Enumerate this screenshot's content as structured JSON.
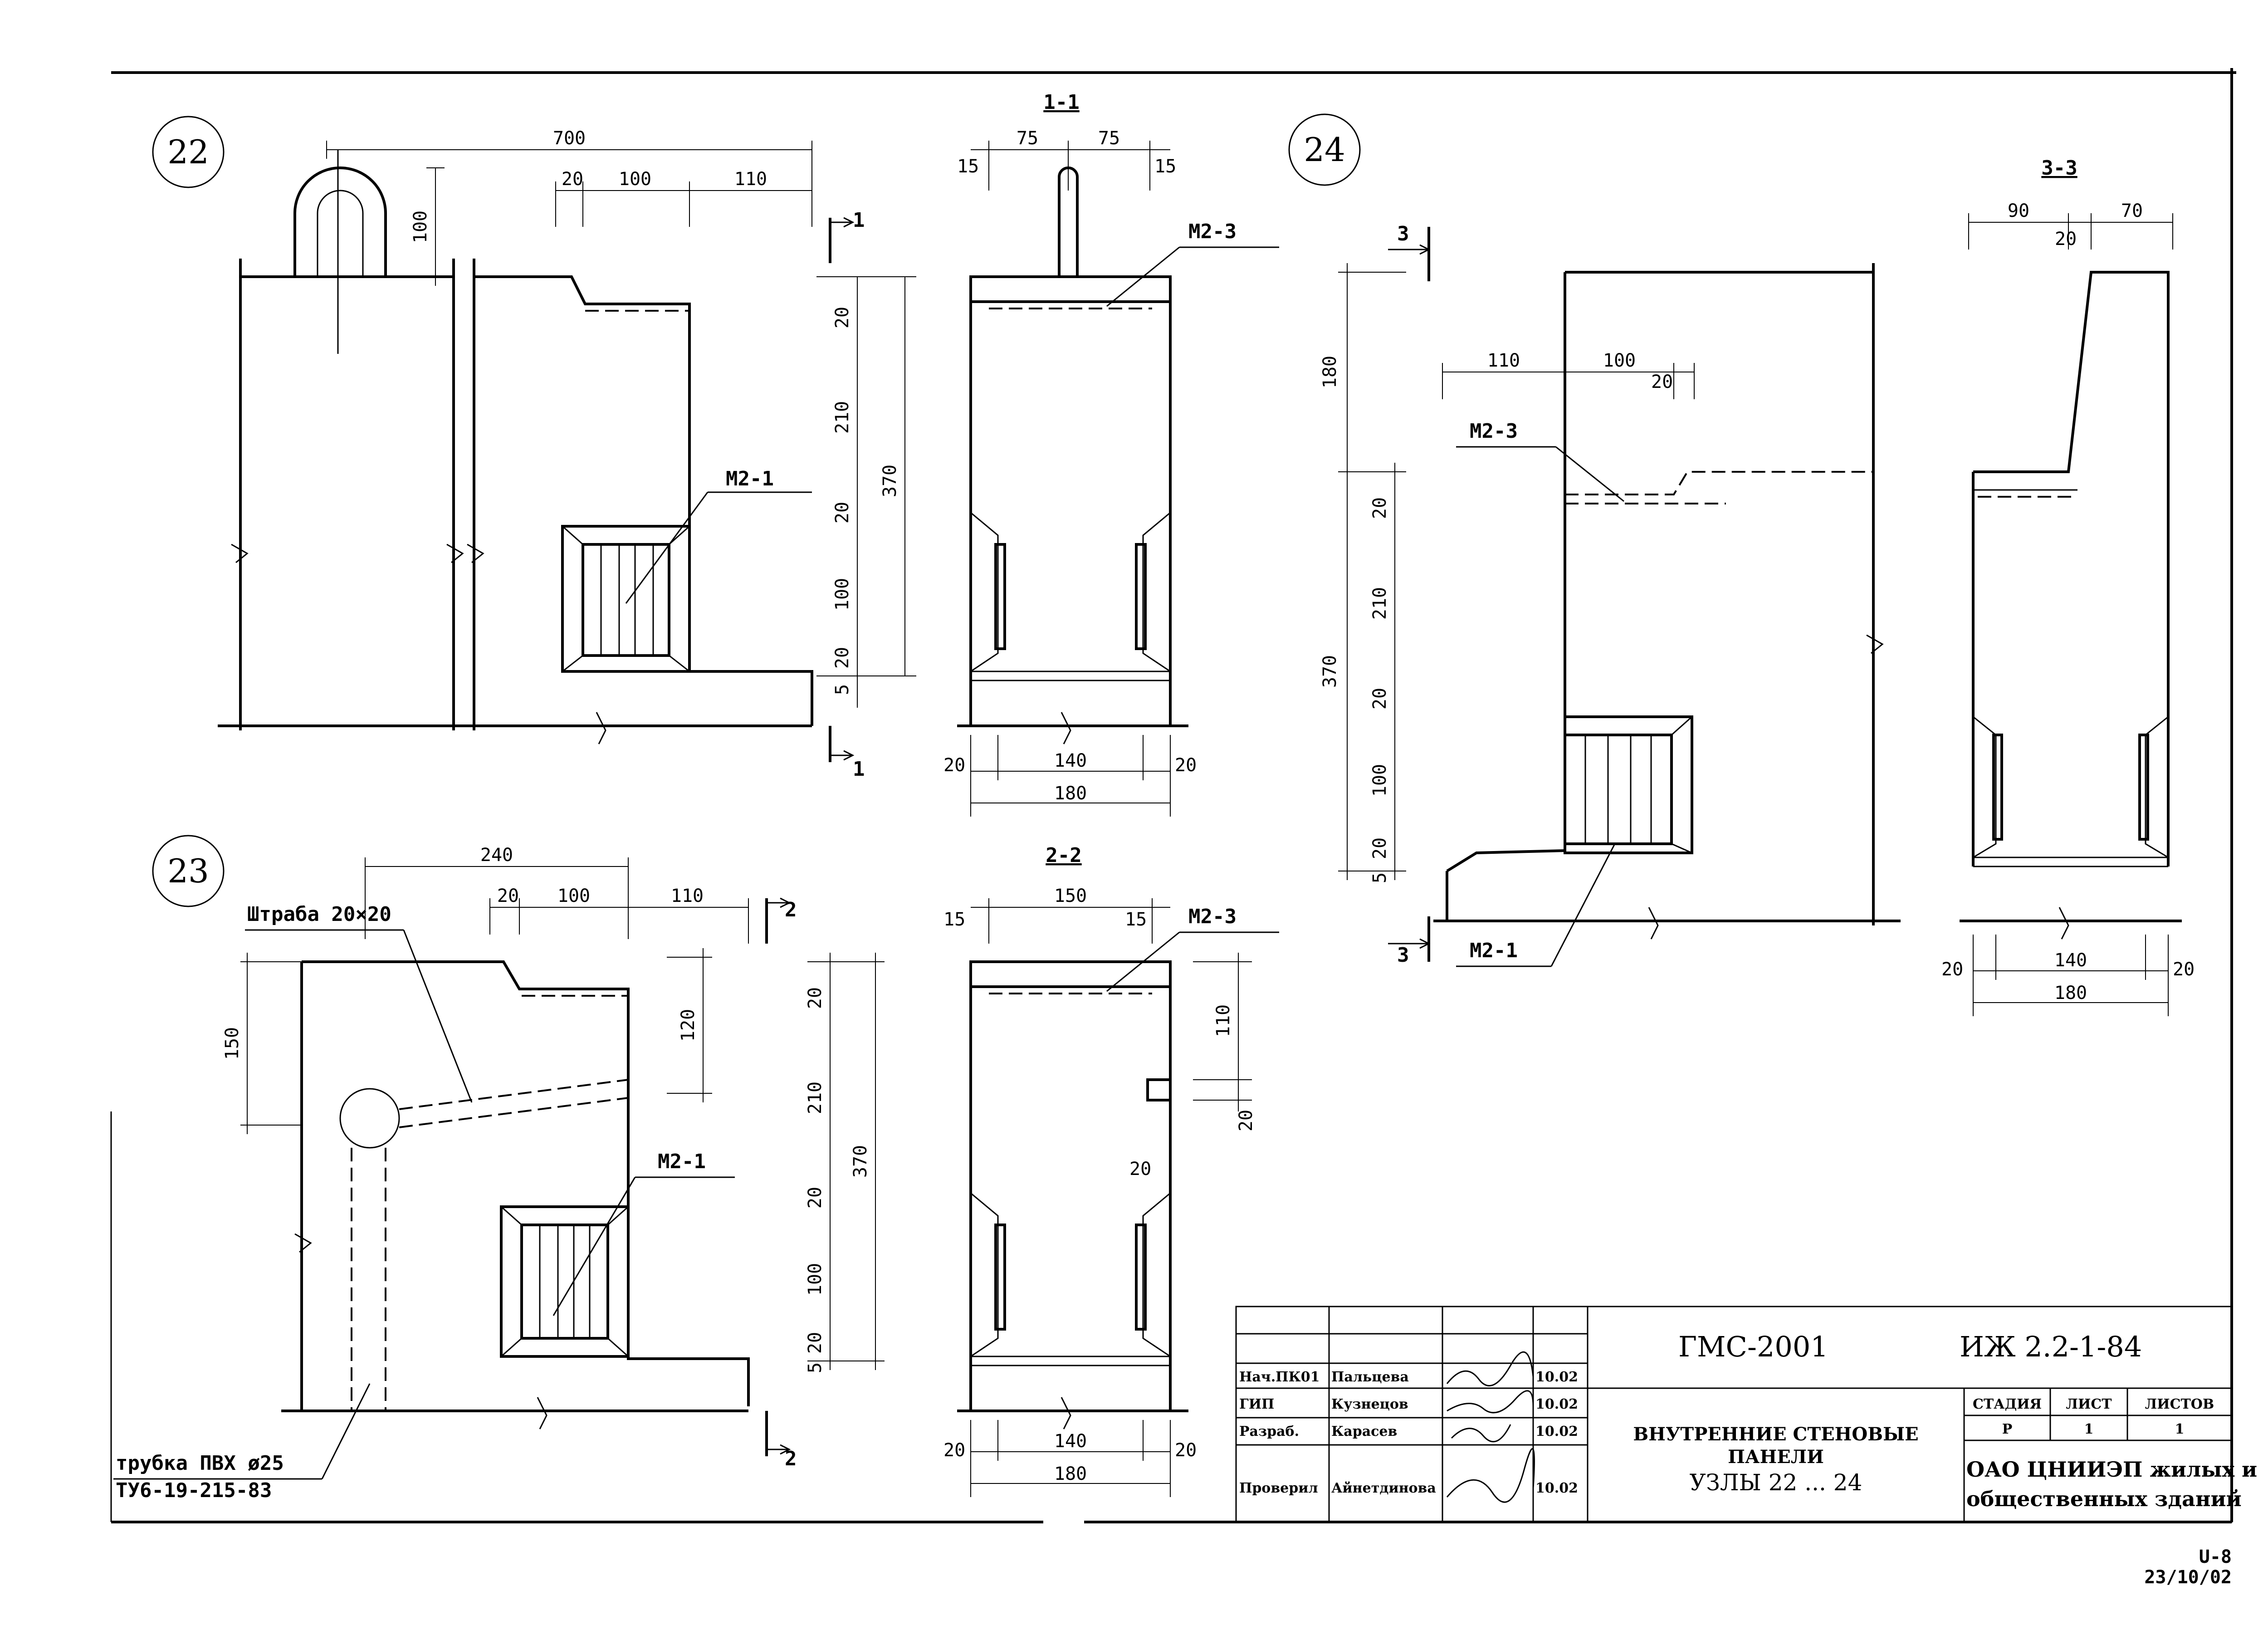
{
  "nodes": {
    "n22": "22",
    "n23": "23",
    "n24": "24"
  },
  "sections": {
    "s11": "1-1",
    "s22": "2-2",
    "s33": "3-3",
    "cut1": "1",
    "cut2": "2",
    "cut3": "3"
  },
  "labels": {
    "m21": "М2-1",
    "m23": "М2-3",
    "shtraba": "Штраба 20×20",
    "pipe1": "трубка ПВХ ø25",
    "pipe2": "ТУ6-19-215-83"
  },
  "dims": {
    "d700": "700",
    "d100": "100",
    "d110": "110",
    "d20": "20",
    "d75": "75",
    "d15": "15",
    "d210": "210",
    "d370": "370",
    "d5": "5",
    "d140": "140",
    "d180": "180",
    "d240": "240",
    "d150": "150",
    "d120": "120",
    "d90": "90",
    "d70": "70"
  },
  "title_block": {
    "rows": [
      {
        "role": "Нач.ПК01",
        "name": "Пальцева",
        "date": "10.02"
      },
      {
        "role": "ГИП",
        "name": "Кузнецов",
        "date": "10.02"
      },
      {
        "role": "Разраб.",
        "name": "Карасев",
        "date": "10.02"
      },
      {
        "role": "Проверил",
        "name": "Айнетдинова",
        "date": "10.02"
      }
    ],
    "code": "ГМС-2001",
    "series": "ИЖ 2.2-1-84",
    "title1": "ВНУТРЕННИЕ СТЕНОВЫЕ",
    "title2": "ПАНЕЛИ",
    "title3": "УЗЛЫ 22 ... 24",
    "stage_h": "СТАДИЯ",
    "sheet_h": "ЛИСТ",
    "sheets_h": "ЛИСТОВ",
    "stage": "Р",
    "sheet": "1",
    "sheets": "1",
    "org1": "ОАО ЦНИИЭП жилых и",
    "org2": "общественных зданий"
  },
  "footer": {
    "code": "U-8",
    "date": "23/10/02"
  }
}
